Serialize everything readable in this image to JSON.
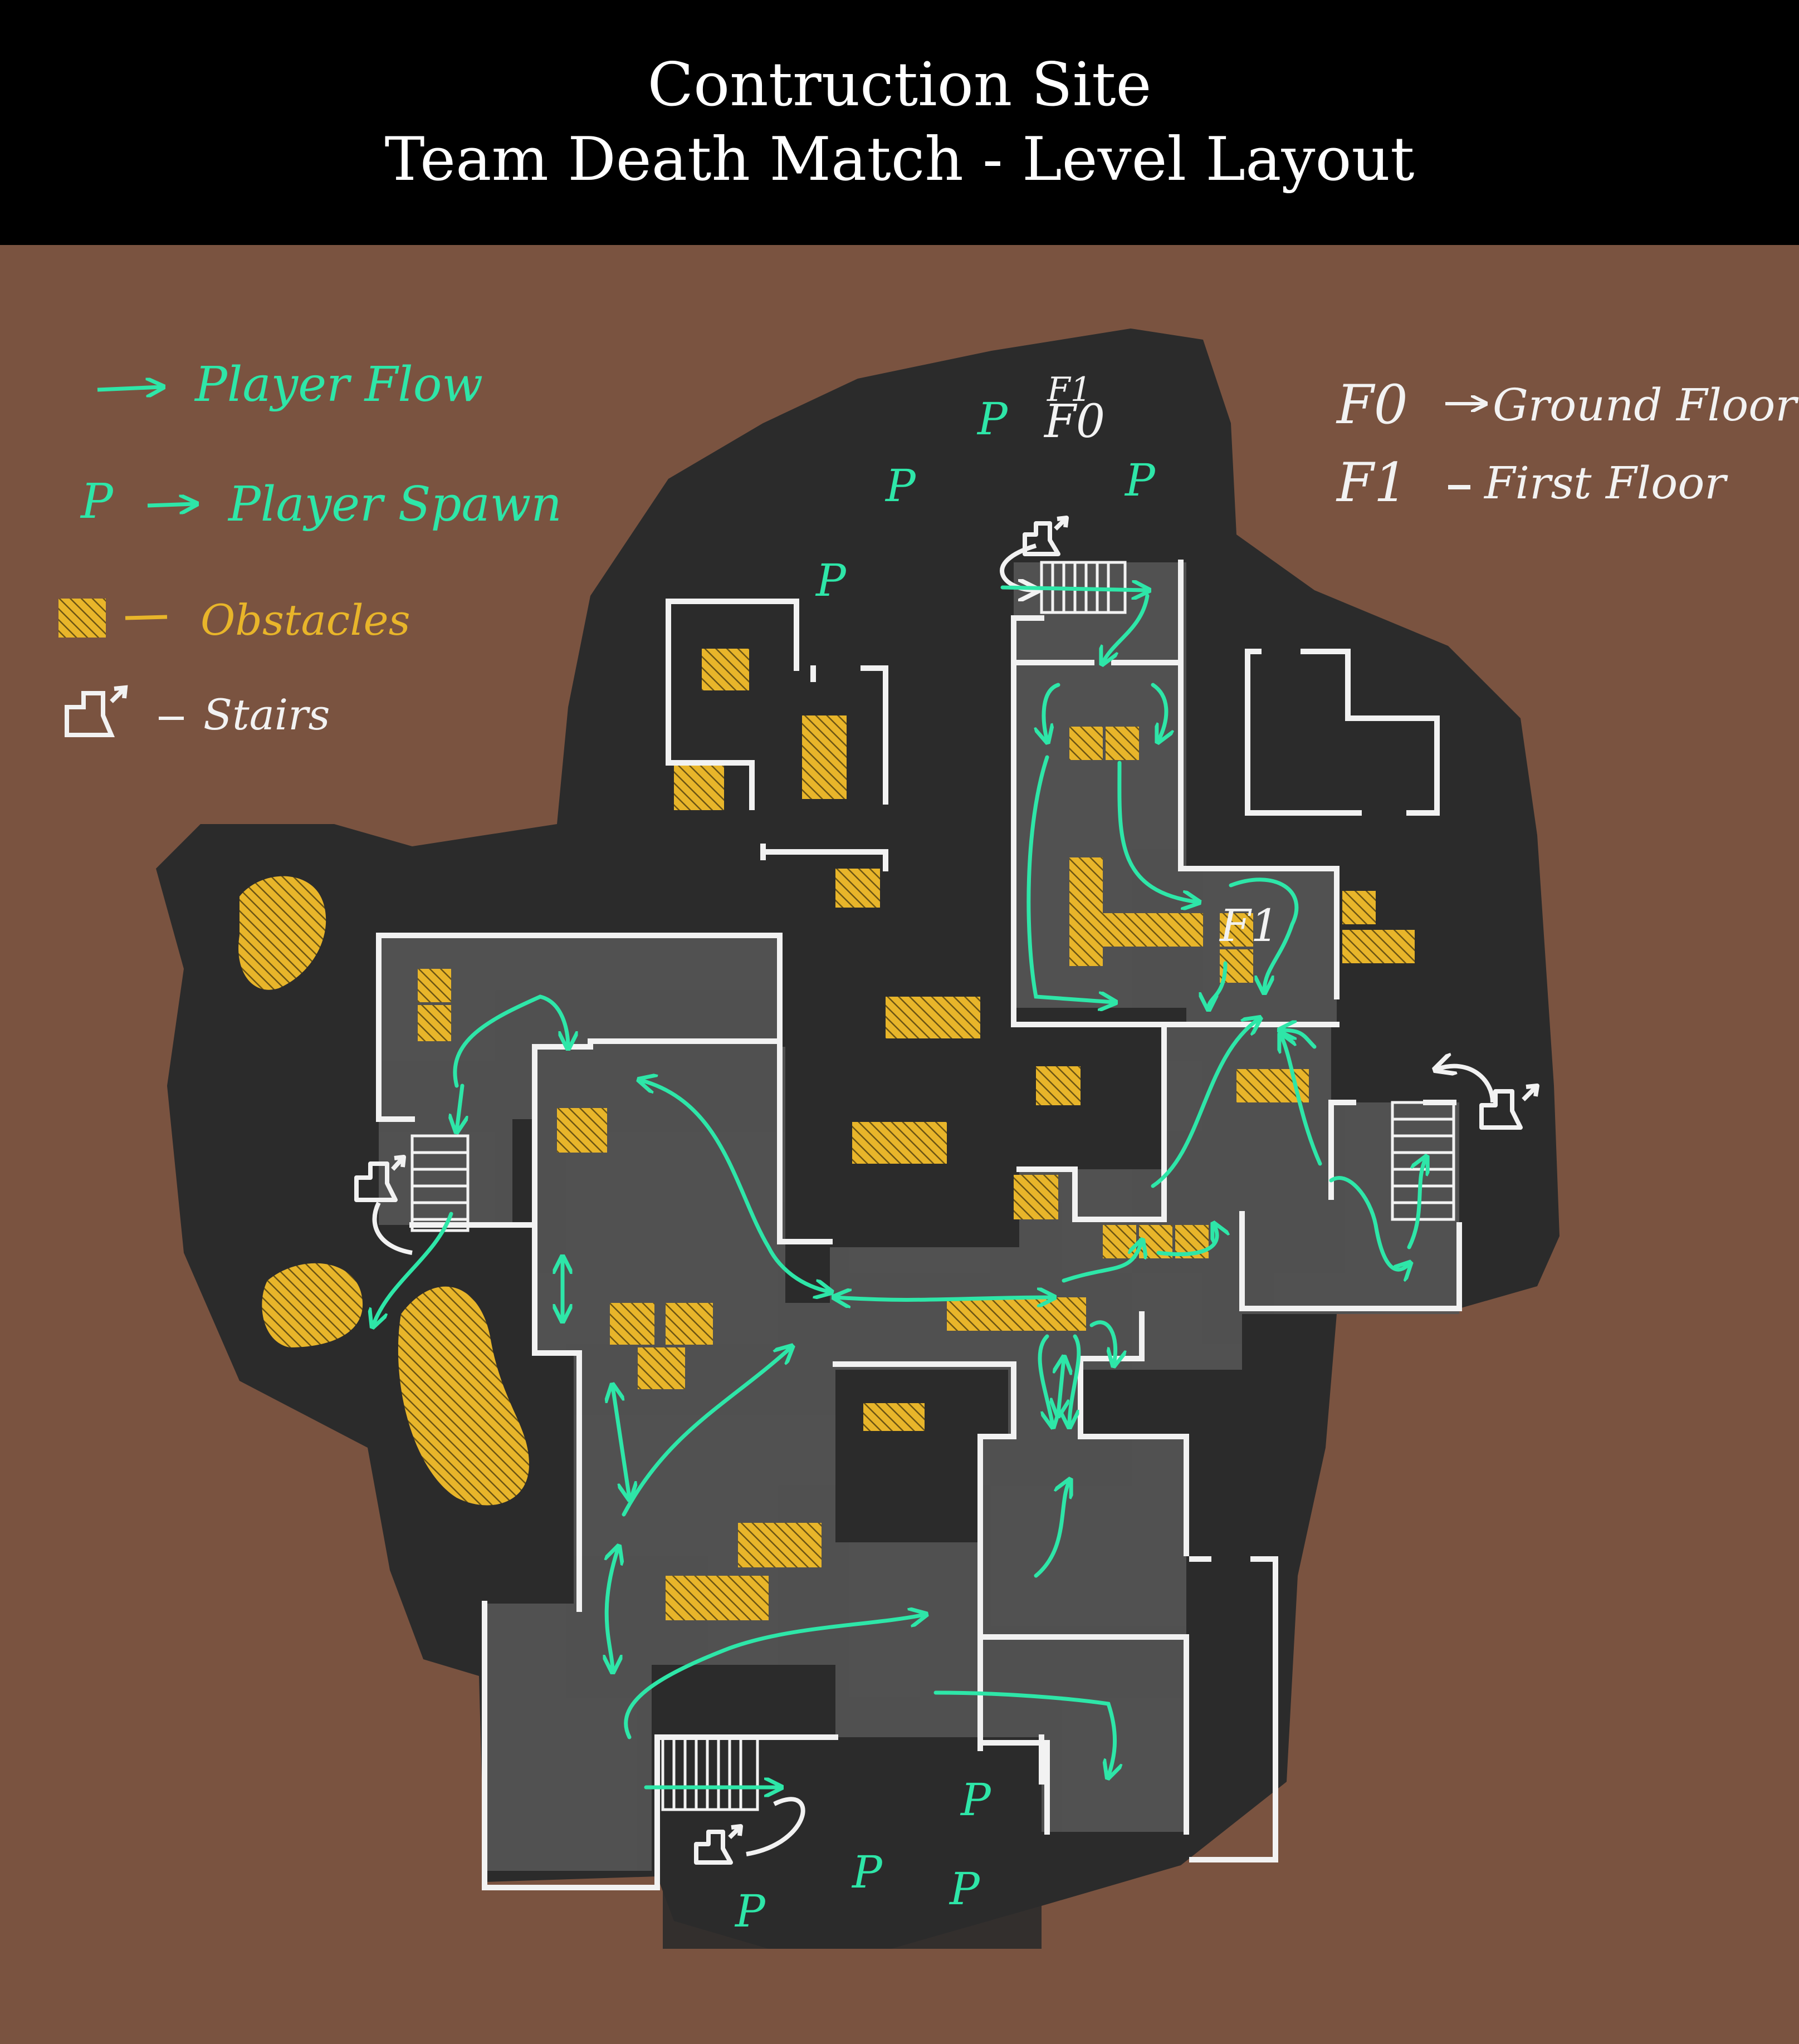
{
  "header": {
    "title_line1": "Contruction Site",
    "title_line2": "Team Death Match - Level Layout"
  },
  "legend": {
    "player_flow_label": "Player Flow",
    "spawn_symbol": "P",
    "spawn_label": "Player Spawn",
    "obstacles_label": "Obstacles",
    "stairs_label": "Stairs"
  },
  "floor_key": {
    "f0_code": "F0",
    "f0_label": "Ground Floor",
    "f1_code": "F1",
    "f1_label": "First Floor"
  },
  "map_labels": {
    "top_floor_code_a": "F1",
    "top_floor_code_b": "F0",
    "mid_floor_code": "F1",
    "spawn_symbol": "P"
  },
  "colors": {
    "background": "#7a5340",
    "map_area": "#2b2b2b",
    "room_floor": "#555555",
    "walls": "#f2f2f2",
    "player_flow": "#2ee6a8",
    "obstacles": "#e8b52a"
  }
}
